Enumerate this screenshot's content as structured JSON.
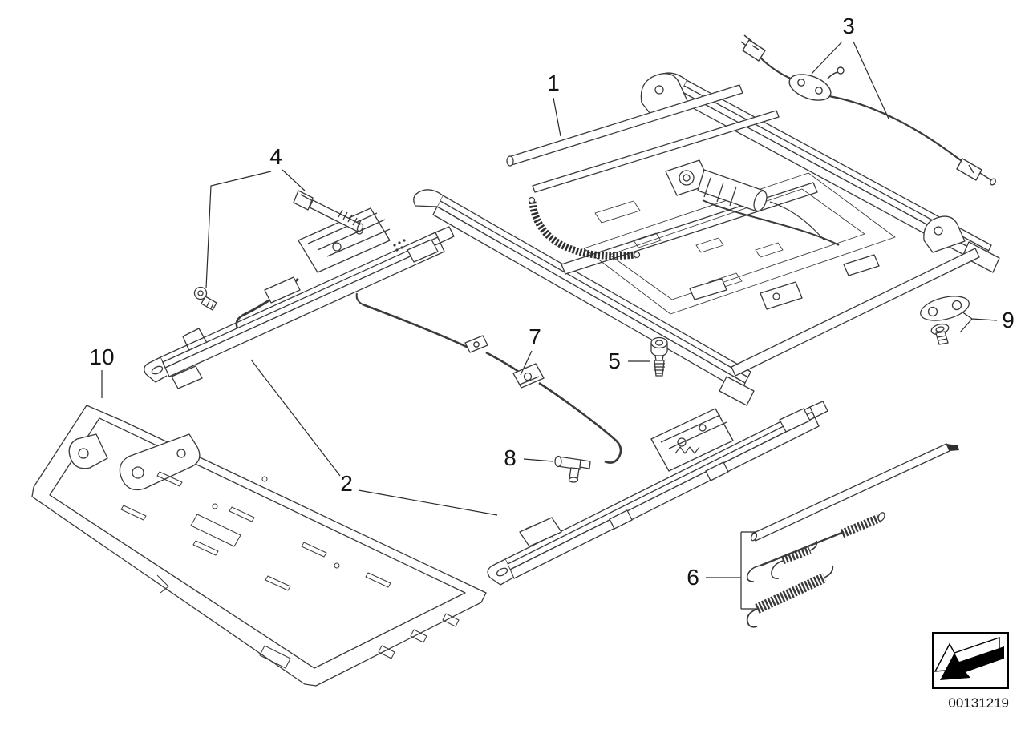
{
  "diagram": {
    "doc_number": "00131219",
    "callouts": [
      {
        "label": "1"
      },
      {
        "label": "2"
      },
      {
        "label": "3"
      },
      {
        "label": "4"
      },
      {
        "label": "5"
      },
      {
        "label": "6"
      },
      {
        "label": "7"
      },
      {
        "label": "8"
      },
      {
        "label": "9"
      },
      {
        "label": "10"
      }
    ],
    "footer": {
      "nav_icon": "back-arrow-icon"
    },
    "colors": {
      "line": "#3a3a3a",
      "label": "#141414",
      "background": "#ffffff"
    }
  }
}
